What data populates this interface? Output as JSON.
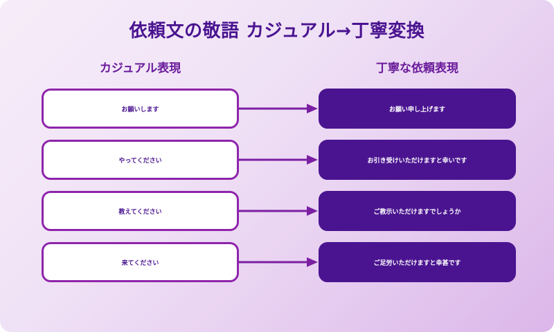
{
  "title": "依頼文の敬語 カジュアル→丁寧変換",
  "columns": {
    "casual_header": "カジュアル表現",
    "polite_header": "丁寧な依頼表現"
  },
  "colors": {
    "title_text": "#4a1490",
    "header_text": "#6a1b9a",
    "box_border": "#8e24aa",
    "box_casual_bg": "#ffffff",
    "box_casual_text": "#4a1490",
    "box_polite_bg": "#4a1490",
    "box_polite_text": "#ffffff",
    "arrow": "#7b1fa2",
    "background_from": "#f6edf9",
    "background_to": "#dcb6e9"
  },
  "rows": [
    {
      "casual": "お願いします",
      "polite": "お願い申し上げます",
      "arrow_icon": "arrow-right-icon"
    },
    {
      "casual": "やってください",
      "polite": "お引き受けいただけますと幸いです",
      "arrow_icon": "arrow-right-icon"
    },
    {
      "casual": "教えてください",
      "polite": "ご教示いただけますでしょうか",
      "arrow_icon": "arrow-right-icon"
    },
    {
      "casual": "来てください",
      "polite": "ご足労いただけますと幸甚です",
      "arrow_icon": "arrow-right-icon"
    }
  ]
}
